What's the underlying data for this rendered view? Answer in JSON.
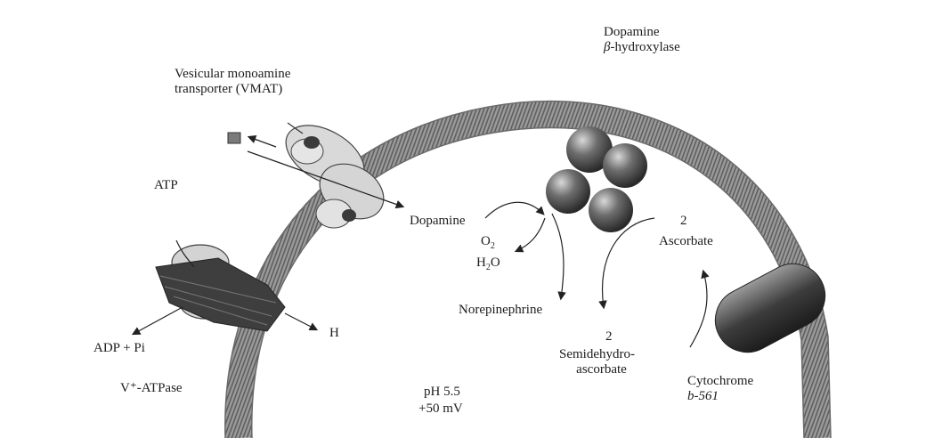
{
  "labels": {
    "vmat_line1": "Vesicular monoamine",
    "vmat_line2": "transporter (VMAT)",
    "dbh_line1": "Dopamine",
    "dbh_line2_symbol": "β",
    "dbh_line2_rest": "-hydroxylase",
    "atp": "ATP",
    "dopamine": "Dopamine",
    "o2": "O",
    "o2_sub": "2",
    "h2o_h": "H",
    "h2o_sub": "2",
    "h2o_o": "O",
    "norepinephrine": "Norepinephrine",
    "ascorbate_count": "2",
    "ascorbate": "Ascorbate",
    "semi_count": "2",
    "semi_line1": "Semidehydro-",
    "semi_line2": "ascorbate",
    "adp": "ADP + Pi",
    "h_ion": "H",
    "vatpase": "V⁺-ATPase",
    "ph": "pH 5.5",
    "mv": "+50 mV",
    "cyt_line1": "Cytochrome",
    "cyt_line2": "b-561"
  },
  "colors": {
    "membrane": "#8a8a8a",
    "membrane_dark": "#4a4a4a",
    "protein_light": "#dcdcdc",
    "protein_dark": "#3a3a3a",
    "sphere": "#5a5a5a",
    "background": "#ffffff"
  }
}
